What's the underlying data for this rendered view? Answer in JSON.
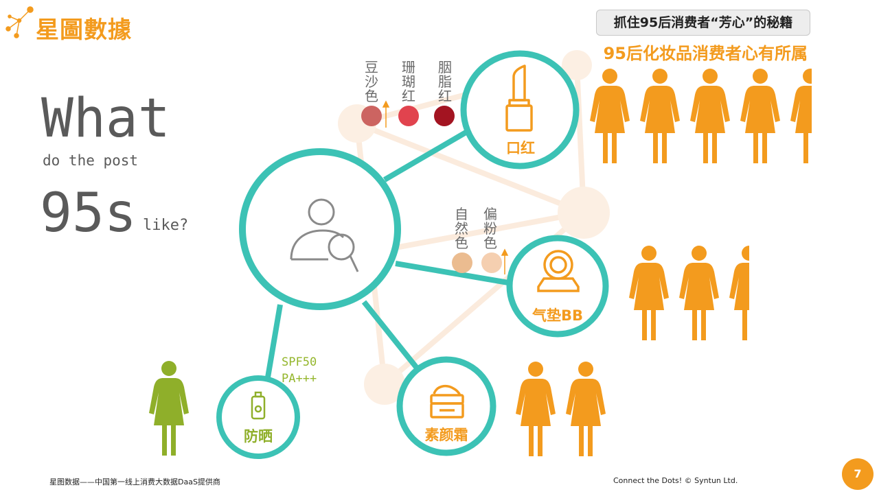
{
  "brand": {
    "name": "星圖數據"
  },
  "header": {
    "title": "抓住95后消费者“芳心”的秘籍",
    "subtitle": "95后化妆品消费者心有所属"
  },
  "intro": {
    "what": "What",
    "line2": "do the post",
    "line3": "95s",
    "line3_small": "like?"
  },
  "nodes": {
    "lipstick": {
      "label": "口红",
      "shades": [
        {
          "name": "豆沙色",
          "color": "#CC6461",
          "trend": "up"
        },
        {
          "name": "珊瑚红",
          "color": "#E1434E",
          "trend": ""
        },
        {
          "name": "胭脂红",
          "color": "#A31421",
          "trend": ""
        }
      ],
      "people_count": 5
    },
    "cushion": {
      "label": "气垫BB",
      "shades": [
        {
          "name": "自然色",
          "color": "#EBBC90",
          "trend": ""
        },
        {
          "name": "偏粉色",
          "color": "#F5CFB0",
          "trend": "up"
        }
      ],
      "people_count": 3
    },
    "cream": {
      "label": "素颜霜",
      "people_count": 2
    },
    "sunscreen": {
      "label": "防晒",
      "spf": [
        "SPF50",
        "PA+++"
      ],
      "people_count": 1
    }
  },
  "colors": {
    "teal": "#3CC2B5",
    "orange": "#F39B1E",
    "green": "#8FAF2A",
    "gray": "#777777"
  },
  "footer": {
    "left": "星图数据——中国第一线上消费大数据DaaS提供商",
    "right": "Connect the Dots!  © Syntun Ltd.",
    "page": "7"
  }
}
